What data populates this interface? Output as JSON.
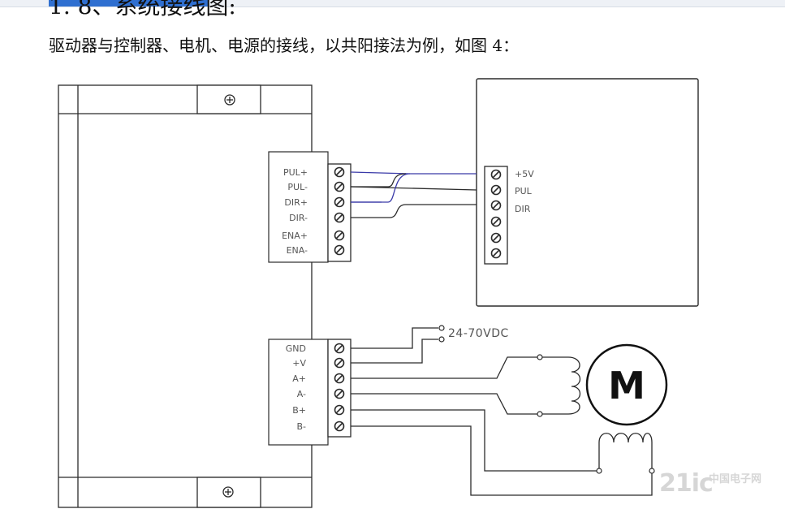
{
  "header": {
    "section_title": "1. 8、系统接线图:",
    "intro": "驱动器与控制器、电机、电源的接线，以共阳接法为例，如图 4："
  },
  "diagram": {
    "driver_signal_terminals": [
      "PUL+",
      "PUL-",
      "DIR+",
      "DIR-",
      "ENA+",
      "ENA-"
    ],
    "driver_power_terminals": [
      "GND",
      "+V",
      "A+",
      "A-",
      "B+",
      "B-"
    ],
    "controller_terminals": [
      "+5V",
      "PUL",
      "DIR"
    ],
    "power_supply_label": "24-70VDC",
    "motor_label": "M",
    "colors": {
      "line": "#2b2b2b",
      "signal_wire": "#3a3aa8",
      "box_fill": "#ffffff"
    }
  },
  "watermark": {
    "main": "21ic",
    "sub": "中国电子网"
  }
}
